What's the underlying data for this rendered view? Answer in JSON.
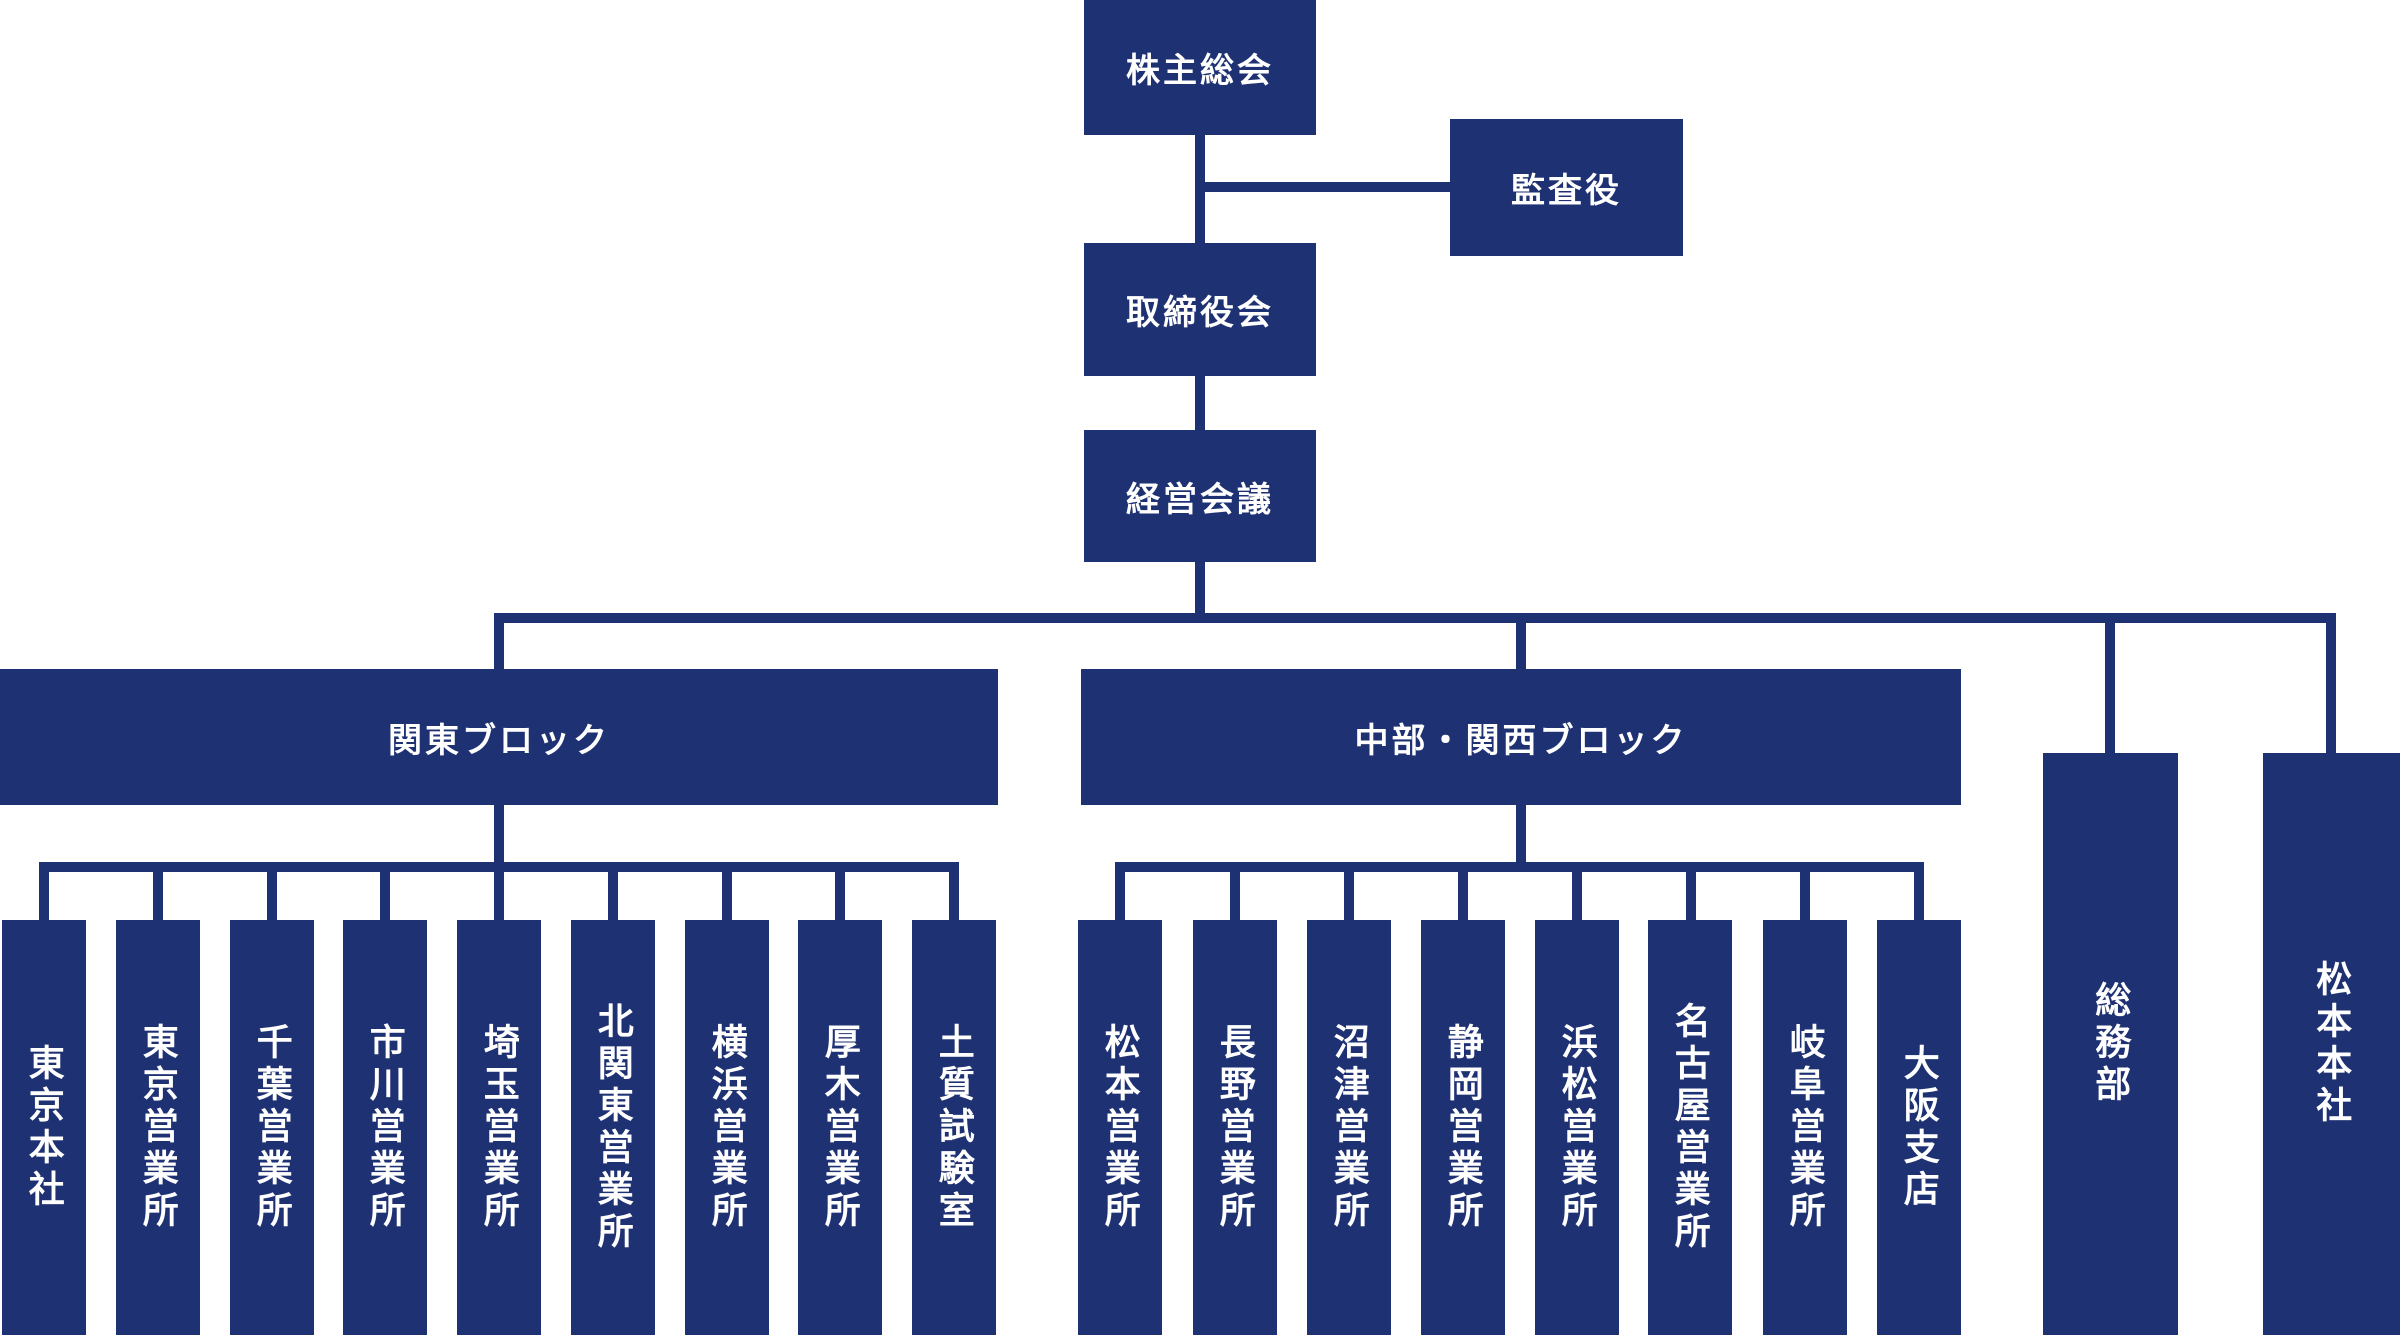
{
  "org_chart": {
    "nodes": {
      "shareholders": "株主総会",
      "auditor": "監査役",
      "board": "取締役会",
      "management": "経営会議",
      "kanto_block": "関東ブロック",
      "chubu_kansai_block": "中部・関西ブロック",
      "general_affairs": "総務部",
      "matsumoto_hq": "松本本社"
    },
    "kanto_children": [
      "東京本社",
      "東京営業所",
      "千葉営業所",
      "市川営業所",
      "埼玉営業所",
      "北関東営業所",
      "横浜営業所",
      "厚木営業所",
      "土質試験室"
    ],
    "chubu_kansai_children": [
      "松本営業所",
      "長野営業所",
      "沼津営業所",
      "静岡営業所",
      "浜松営業所",
      "名古屋営業所",
      "岐阜営業所",
      "大阪支店"
    ],
    "colors": {
      "node_fill": "#1e3172",
      "node_text": "#ffffff",
      "connector": "#1e3172",
      "background": "#ffffff"
    }
  }
}
